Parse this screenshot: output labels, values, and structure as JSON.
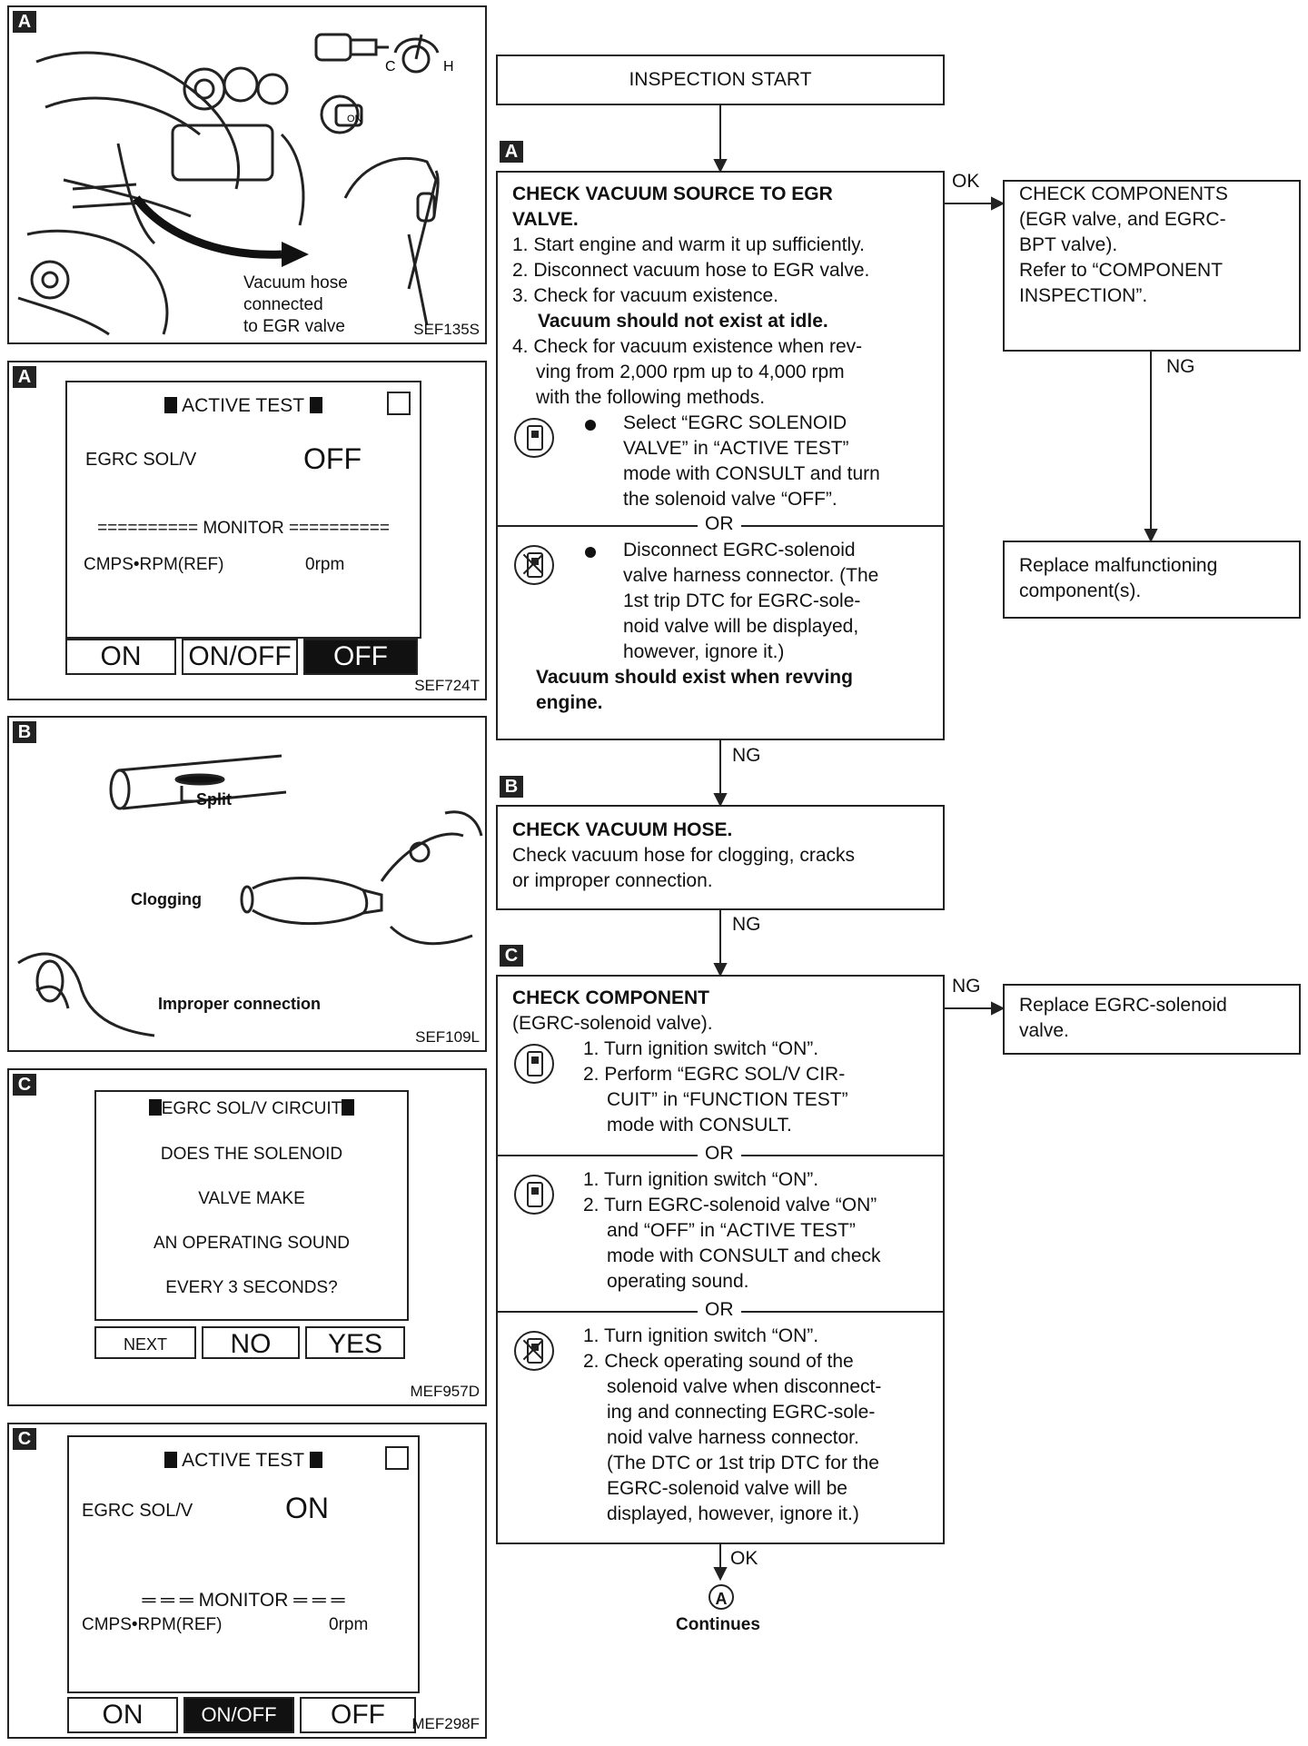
{
  "panels": {
    "a1": {
      "tag": "A",
      "code": "SEF135S",
      "callout": [
        "Vacuum hose",
        "connected",
        "to EGR valve"
      ],
      "c_label": "C",
      "h_label": "H",
      "on_label": "ON"
    },
    "a2": {
      "tag": "A",
      "code": "SEF724T",
      "title": "ACTIVE TEST",
      "item_label": "EGRC SOL/V",
      "item_value": "OFF",
      "monitor": "========== MONITOR ==========",
      "monitor_item": "CMPS•RPM(REF)",
      "monitor_value": "0rpm",
      "buttons": [
        "ON",
        "ON/OFF",
        "OFF"
      ]
    },
    "b": {
      "tag": "B",
      "code": "SEF109L",
      "labels": {
        "split": "Split",
        "clogging": "Clogging",
        "improper": "Improper connection"
      }
    },
    "c1": {
      "tag": "C",
      "code": "MEF957D",
      "title": "EGRC SOL/V CIRCUIT",
      "lines": [
        "DOES THE SOLENOID",
        "VALVE MAKE",
        "AN OPERATING SOUND",
        "EVERY 3 SECONDS?"
      ],
      "buttons": [
        "NEXT",
        "NO",
        "YES"
      ]
    },
    "c2": {
      "tag": "C",
      "code": "MEF298F",
      "title": "ACTIVE TEST",
      "item_label": "EGRC SOL/V",
      "item_value": "ON",
      "monitor": "═ ═ ═ MONITOR ═ ═ ═",
      "monitor_item": "CMPS•RPM(REF)",
      "monitor_value": "0rpm",
      "buttons": [
        "ON",
        "ON/OFF",
        "OFF"
      ]
    }
  },
  "flow": {
    "start": "INSPECTION START",
    "tag_a": "A",
    "tag_b": "B",
    "tag_c": "C",
    "check_vacuum": {
      "title1": "CHECK VACUUM SOURCE TO EGR",
      "title2": "VALVE.",
      "steps": [
        "1. Start engine and warm it up sufficiently.",
        "2. Disconnect vacuum hose to EGR valve.",
        "3. Check for vacuum existence."
      ],
      "bold1": "Vacuum should not exist at idle.",
      "step4": [
        "4. Check for vacuum existence when rev-",
        "ving from 2,000 rpm up to 4,000 rpm",
        "with the following methods."
      ],
      "method1": [
        "Select “EGRC SOLENOID",
        "VALVE” in “ACTIVE TEST”",
        "mode with CONSULT and turn",
        "the solenoid valve “OFF”."
      ],
      "or": "OR",
      "method2": [
        "Disconnect EGRC-solenoid",
        "valve harness connector. (The",
        "1st trip DTC for EGRC-sole-",
        "noid valve will be displayed,",
        "however, ignore it.)"
      ],
      "bold2": [
        "Vacuum should exist when revving",
        "engine."
      ]
    },
    "ok1": "OK",
    "ng1": "NG",
    "components": [
      "CHECK COMPONENTS",
      "(EGR valve, and EGRC-",
      "BPT valve).",
      "Refer to “COMPONENT",
      "INSPECTION”."
    ],
    "ng_right": "NG",
    "replace_malf": [
      "Replace malfunctioning",
      "component(s)."
    ],
    "hose": {
      "title": "CHECK VACUUM HOSE.",
      "lines": [
        "Check vacuum hose for clogging, cracks",
        "or improper connection."
      ]
    },
    "ng2": "NG",
    "component": {
      "title": "CHECK COMPONENT",
      "subtitle": "(EGRC-solenoid valve).",
      "m1": [
        "1. Turn ignition switch “ON”.",
        "2. Perform “EGRC SOL/V CIR-",
        "CUIT” in “FUNCTION TEST”",
        "mode with CONSULT."
      ],
      "or": "OR",
      "m2": [
        "1. Turn ignition switch “ON”.",
        "2. Turn EGRC-solenoid valve “ON”",
        "and “OFF” in “ACTIVE TEST”",
        "mode with CONSULT and check",
        "operating sound."
      ],
      "m3": [
        "1. Turn ignition switch “ON”.",
        "2. Check operating sound of the",
        "solenoid valve when disconnect-",
        "ing and connecting EGRC-sole-",
        "noid valve harness connector.",
        "(The DTC or 1st trip DTC for the",
        "EGRC-solenoid valve will be",
        "displayed, however, ignore it.)"
      ]
    },
    "ng3": "NG",
    "replace_sol": [
      "Replace EGRC-solenoid",
      "valve."
    ],
    "ok2": "OK",
    "connector": "A",
    "continues": "Continues"
  }
}
